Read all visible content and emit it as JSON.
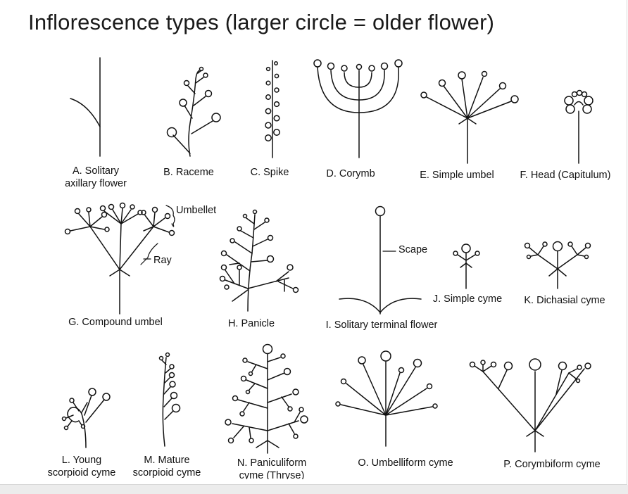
{
  "title": "Inflorescence types (larger circle = older flower)",
  "labels": {
    "a": [
      "A. Solitary",
      "axillary flower"
    ],
    "b": "B. Raceme",
    "c": "C. Spike",
    "d": "D. Corymb",
    "e": "E. Simple umbel",
    "f": "F. Head (Capitulum)",
    "g": "G. Compound umbel",
    "h": "H. Panicle",
    "i": "I. Solitary terminal flower",
    "j": "J. Simple cyme",
    "k": "K. Dichasial cyme",
    "l": [
      "L. Young",
      "scorpioid cyme"
    ],
    "m": [
      "M. Mature",
      "scorpioid cyme"
    ],
    "n": [
      "N. Paniculiform",
      "cyme (Thryse)"
    ],
    "o": "O. Umbelliform cyme",
    "p": "P. Corymbiform cyme"
  },
  "annotations": {
    "umbellet": "Umbellet",
    "ray": "Ray",
    "scape": "Scape"
  },
  "colors": {
    "ink": "#111111",
    "background": "#ffffff",
    "bottom_band": "#ececec"
  }
}
